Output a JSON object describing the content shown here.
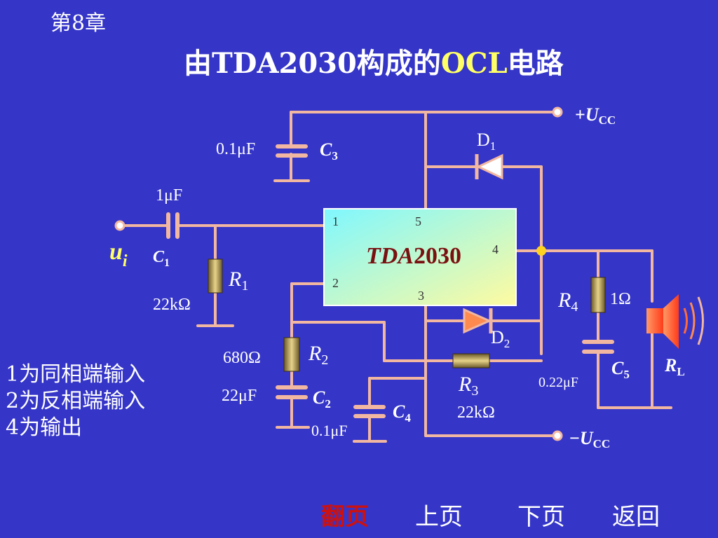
{
  "chapter": "第8章",
  "title": {
    "prefix": "由TDA2030构成的",
    "highlight": "OCL",
    "suffix": "电路"
  },
  "chip": {
    "name_italic": "TDA",
    "name_num": "2030",
    "pins": [
      "1",
      "5",
      "4",
      "2",
      "3"
    ]
  },
  "labels": {
    "vcc_pos_sign": "+",
    "vcc_neg_sign": "−",
    "vcc_U": "U",
    "vcc_sub": "CC",
    "ui_u": "u",
    "ui_i": "i",
    "c1_val": "1μF",
    "c1_C": "C",
    "c1_n": "1",
    "c3_val": "0.1μF",
    "c3_C": "C",
    "c3_n": "3",
    "r1_R": "R",
    "r1_n": "1",
    "r1_val": "22kΩ",
    "r2_R": "R",
    "r2_n": "2",
    "r2_val": "680Ω",
    "c2_val": "22μF",
    "c2_C": "C",
    "c2_n": "2",
    "c4_C": "C",
    "c4_n": "4",
    "c4_val": "0.1μF",
    "r3_R": "R",
    "r3_n": "3",
    "r3_val": "22kΩ",
    "r4_R": "R",
    "r4_n": "4",
    "r4_val": "1Ω",
    "c5_C": "C",
    "c5_n": "5",
    "c5_val": "0.22μF",
    "rl_R": "R",
    "rl_n": "L",
    "d1_D": "D",
    "d1_n": "1",
    "d2_D": "D",
    "d2_n": "2"
  },
  "notes": [
    "1为同相端输入",
    "2为反相端输入",
    "4为输出"
  ],
  "nav": {
    "flip": "翻页",
    "prev": "上页",
    "next": "下页",
    "back": "返回"
  },
  "colors": {
    "background": "#3535c8",
    "wire": "#f2b7a0",
    "highlight": "#ffff66",
    "junction": "#ffd21f",
    "flip": "#cc1111"
  }
}
